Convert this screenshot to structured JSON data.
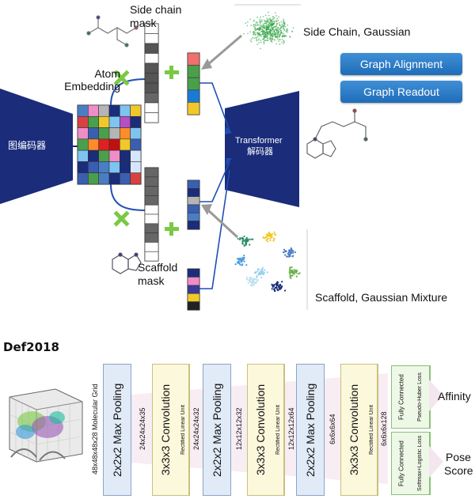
{
  "top": {
    "side_chain_mask": "Side chain\nmask",
    "atom_embedding": "Atom\nEmbedding",
    "encoder": "图编码器",
    "decoder_line1": "Transformer",
    "decoder_line2": "解码器",
    "side_chain_gaussian": "Side Chain, Gaussian",
    "scaffold_mask": "Scaffold\nmask",
    "scaffold_gaussian_mixture": "Scaffold, Gaussian Mixture",
    "buttons": [
      "Graph Alignment",
      "Graph Readout"
    ],
    "colors": {
      "encoder_fill": "#1a2c7a",
      "button": "#2b7bc8",
      "plus": "#7ac943",
      "cross": "#7ac943"
    }
  },
  "bottom": {
    "title": "Def2018",
    "input_label": "48x48x48x28 Molecular Grid",
    "layers": [
      {
        "title": "2x2x2 Max Pooling"
      },
      {
        "title": "3x3x3 Convolution",
        "sub": "Rectified Linear Unit"
      },
      {
        "title": "2x2x2 Max Pooling"
      },
      {
        "title": "3x3x3 Convolution",
        "sub": "Rectified Linear Unit"
      },
      {
        "title": "2x2x2 Max Pooling"
      },
      {
        "title": "3x3x3 Convolution",
        "sub": "Rectified Linear Unit"
      }
    ],
    "dims": [
      "24x24x24x35",
      "24x24x24x32",
      "12x12x12x32",
      "12x12x12x64",
      "6x6x6x64",
      "6x6x6x128"
    ],
    "outputs": [
      {
        "main": "Fully Connected",
        "sub": "Pseudo-Huber Loss",
        "label": "Affinity"
      },
      {
        "main": "Fully Connected",
        "sub": "Softmax+Logistic Loss",
        "label": "Pose\nScore"
      }
    ]
  }
}
